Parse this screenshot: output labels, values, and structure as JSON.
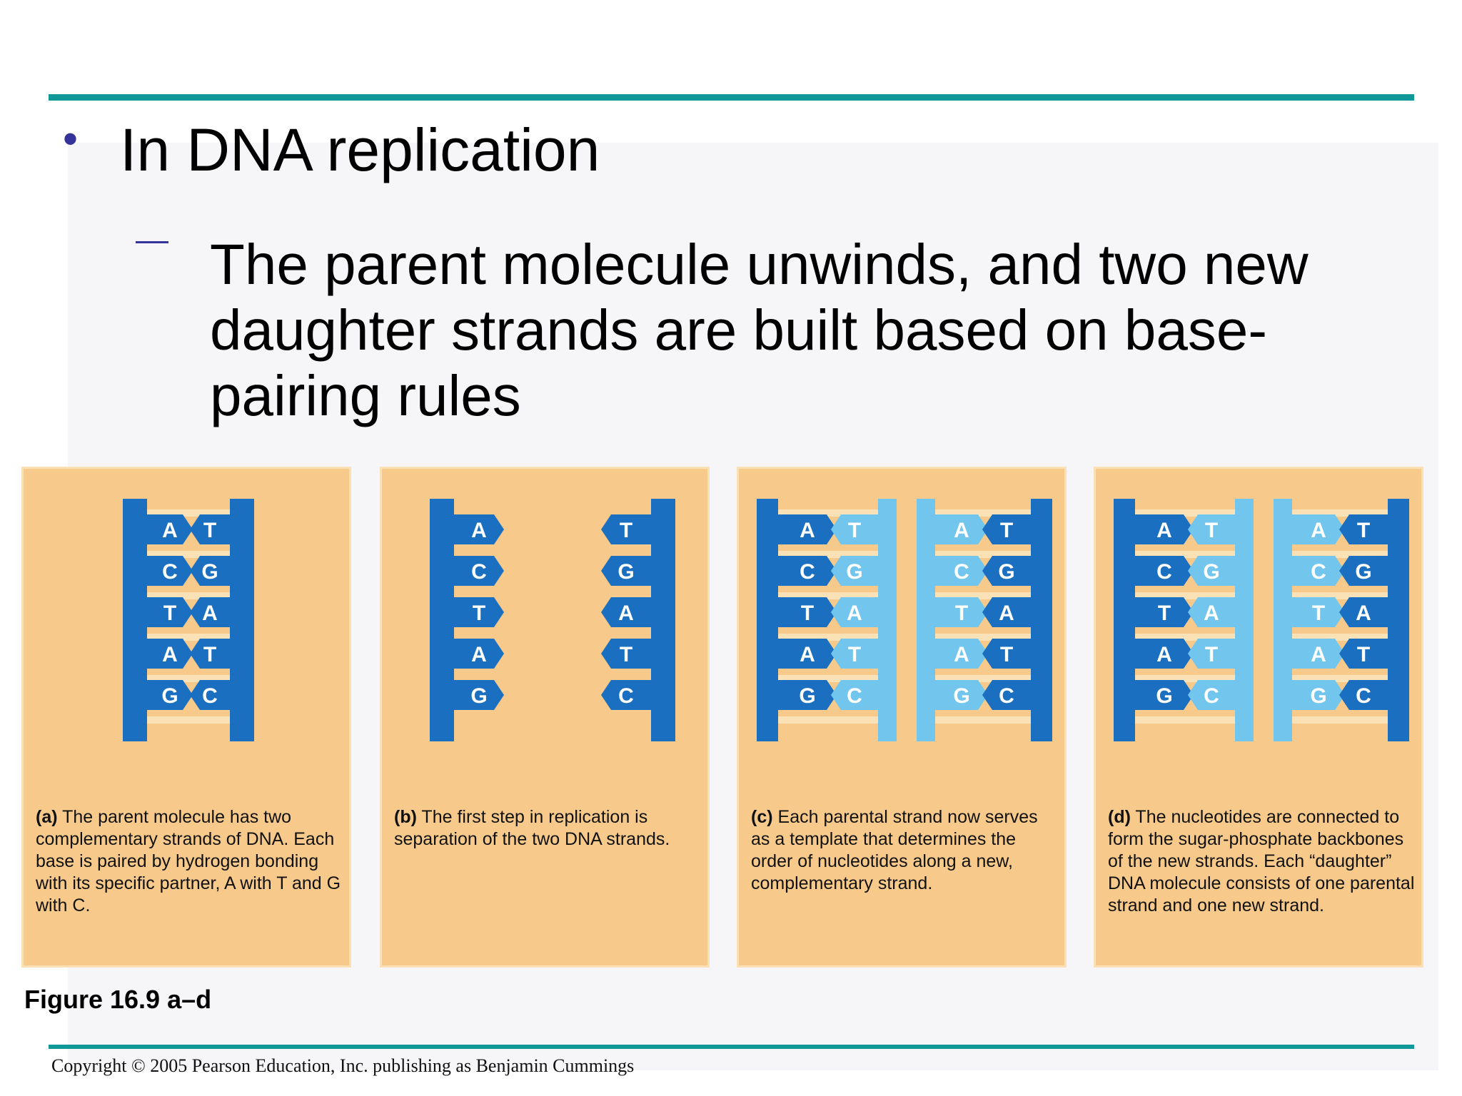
{
  "slide": {
    "bullet": "In DNA replication",
    "sub_bullet": "The parent molecule unwinds, and two new daughter strands are built based on base-pairing rules",
    "figure_label": "Figure 16.9 a–d",
    "copyright": "Copyright © 2005 Pearson Education, Inc. publishing as Benjamin Cummings"
  },
  "colors": {
    "accent_rule": "#11999a",
    "panel_bg": "#f7ca8c",
    "parent_strand": "#1a6fc0",
    "new_strand": "#72c5ec",
    "rung": "#fbe2b6",
    "bullet": "#33339a"
  },
  "panels": [
    {
      "label": "(a)",
      "caption": "The parent molecule has two complementary strands of DNA. Each base is paired by hydrogen bonding with its specific partner, A with T and G with C.",
      "left_bases": [
        "A",
        "C",
        "T",
        "A",
        "G"
      ],
      "right_bases": [
        "T",
        "G",
        "A",
        "T",
        "C"
      ]
    },
    {
      "label": "(b)",
      "caption": "The first step in replication is separation of the two DNA strands.",
      "left_bases": [
        "A",
        "C",
        "T",
        "A",
        "G"
      ],
      "right_bases": [
        "T",
        "G",
        "A",
        "T",
        "C"
      ]
    },
    {
      "label": "(c)",
      "caption": "Each parental strand now serves as a template that determines the order of nucleotides along a new, complementary strand.",
      "left_bases": [
        "A",
        "C",
        "T",
        "A",
        "G"
      ],
      "left_new": [
        "T",
        "G",
        "A",
        "T",
        "C"
      ],
      "right_new": [
        "A",
        "C",
        "T",
        "A",
        "G"
      ],
      "right_bases": [
        "T",
        "G",
        "A",
        "T",
        "C"
      ]
    },
    {
      "label": "(d)",
      "caption": "The nucleotides are connected to form the sugar-phosphate backbones of the new strands. Each “daughter” DNA molecule consists of one parental strand and one new strand.",
      "left_bases": [
        "A",
        "C",
        "T",
        "A",
        "G"
      ],
      "left_new": [
        "T",
        "G",
        "A",
        "T",
        "C"
      ],
      "right_new": [
        "A",
        "C",
        "T",
        "A",
        "G"
      ],
      "right_bases": [
        "T",
        "G",
        "A",
        "T",
        "C"
      ]
    }
  ]
}
